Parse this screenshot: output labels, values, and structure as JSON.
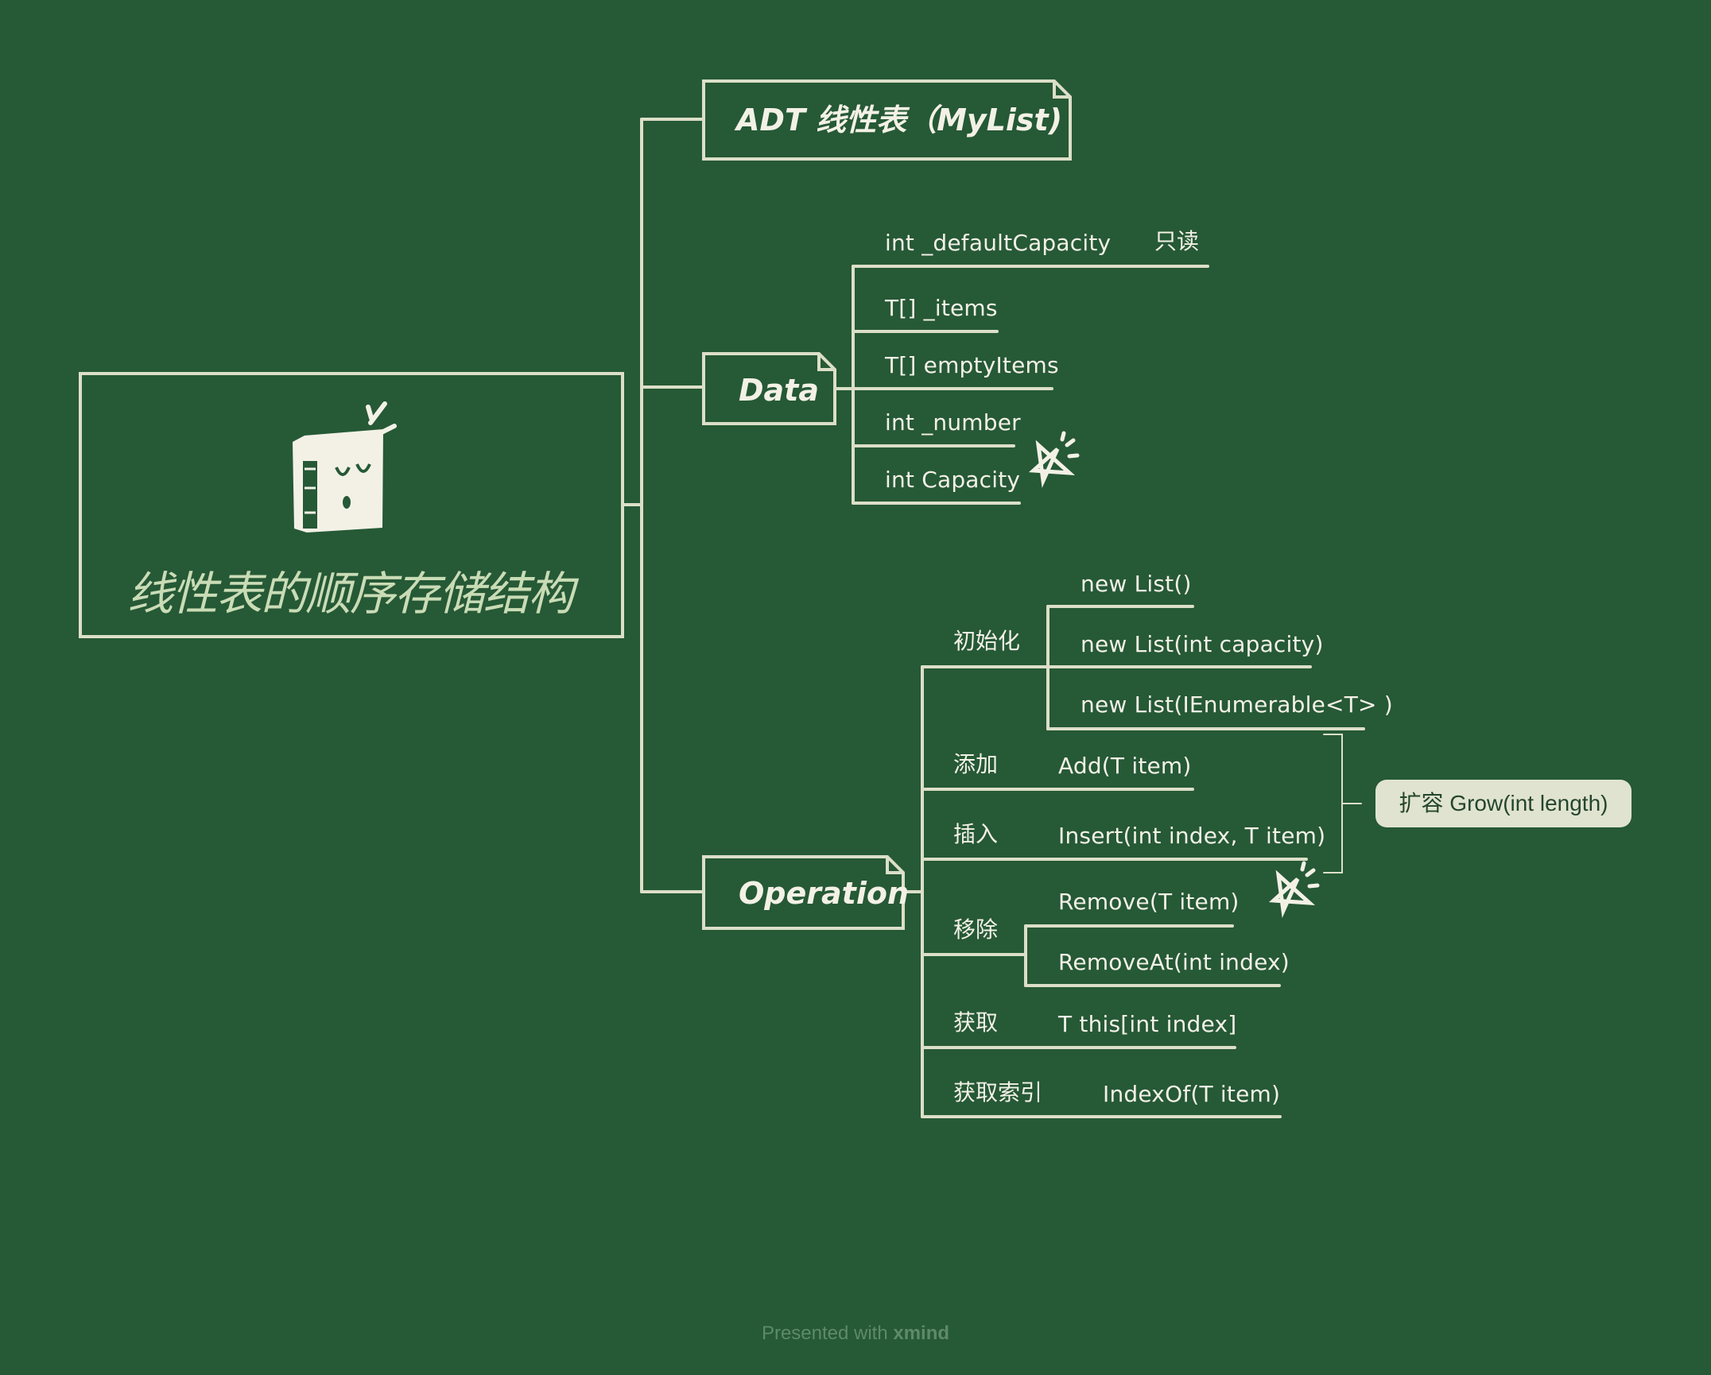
{
  "root": {
    "title": "线性表的顺序存储结构",
    "icon": "book-icon"
  },
  "adt": {
    "label": "ADT 线性表（MyList)"
  },
  "data_node": {
    "label": "Data",
    "items": [
      "int _defaultCapacity",
      "T[] _items",
      "T[] emptyItems",
      "int _number",
      "int Capacity"
    ],
    "readonly_note": "只读"
  },
  "operation_node": {
    "label": "Operation",
    "groups": {
      "init": {
        "label": "初始化",
        "items": [
          "new List()",
          "new List(int capacity)",
          "new List(IEnumerable<T> )"
        ]
      },
      "add": {
        "label": "添加",
        "items": [
          "Add(T item)"
        ]
      },
      "insert": {
        "label": "插入",
        "items": [
          "Insert(int index, T item)"
        ]
      },
      "remove": {
        "label": "移除",
        "items": [
          "Remove(T item)",
          "RemoveAt(int index)"
        ]
      },
      "get": {
        "label": "获取",
        "items": [
          "T this[int index]"
        ]
      },
      "indexof": {
        "label": "获取索引",
        "items": [
          "IndexOf(T item)"
        ]
      }
    },
    "callout": "扩容 Grow(int length)"
  },
  "footer": {
    "prefix": "Presented with ",
    "brand": "xmind"
  },
  "colors": {
    "background": "#265936",
    "line": "#dcdfc8",
    "text": "#f3f1e6",
    "title": "#c9dcb6",
    "callout_bg": "#e0e3cf"
  }
}
